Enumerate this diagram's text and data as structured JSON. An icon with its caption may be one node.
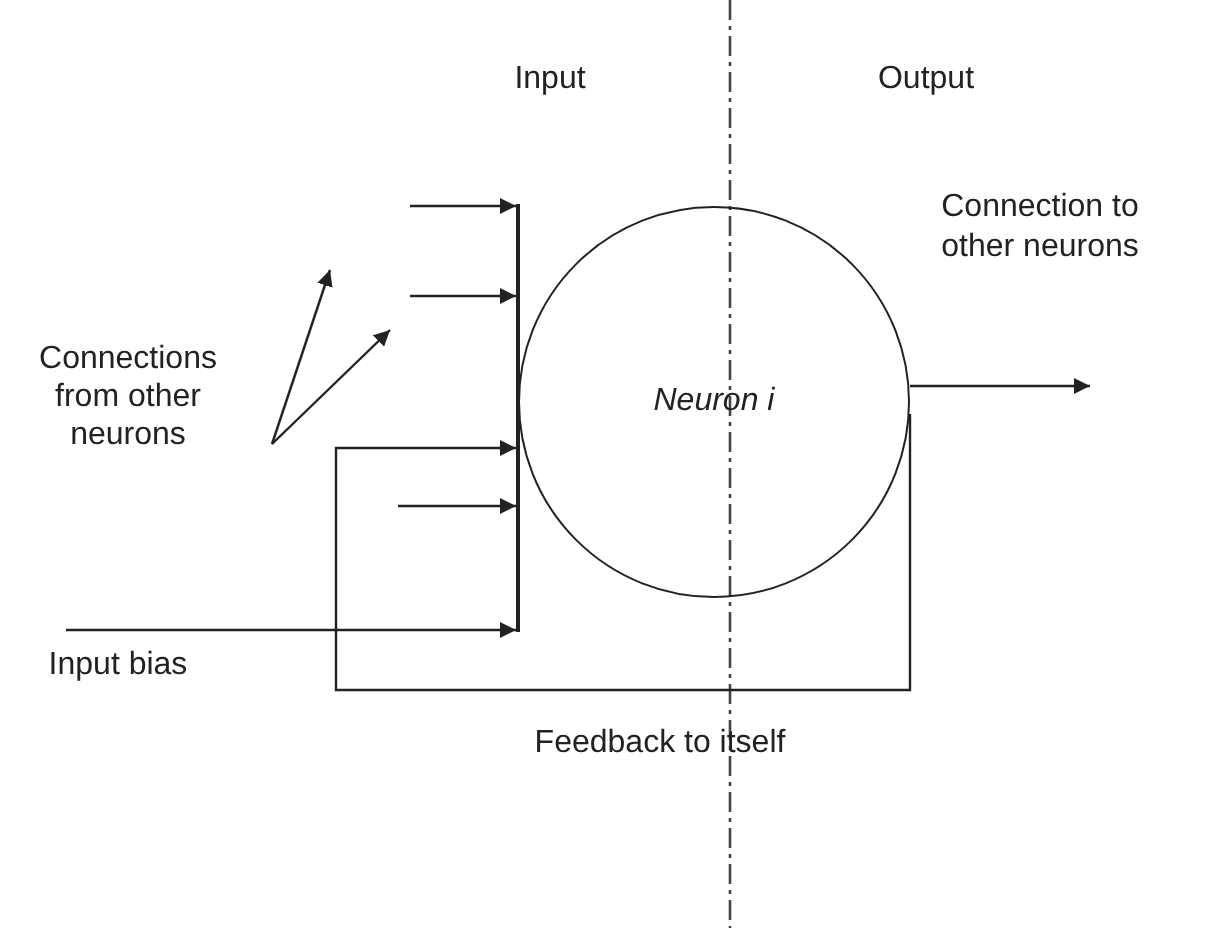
{
  "diagram": {
    "nodes": [
      {
        "text": [
          "Neuron i"
        ]
      },
      {
        "text": [],
        "shape": "bar"
      },
      {
        "text": [
          "Connections from other neurons"
        ]
      }
    ],
    "edges": [
      {
        "from": null,
        "to": 1,
        "arrow": "to"
      },
      {
        "from": null,
        "to": 1,
        "arrow": "to"
      },
      {
        "from": 0,
        "to": 1,
        "arrow": "to"
      },
      {
        "from": null,
        "to": 1,
        "arrow": "to"
      },
      {
        "from": null,
        "to": 1,
        "arrow": "to"
      },
      {
        "from": 0,
        "to": null,
        "arrow": "to"
      },
      {
        "from": 2,
        "to": null,
        "arrow": "to"
      },
      {
        "from": 2,
        "to": null,
        "arrow": "to"
      }
    ],
    "labels": [
      "Input",
      "Output",
      "Connection to other neurons",
      "Input bias",
      "Feedback to itself"
    ]
  }
}
